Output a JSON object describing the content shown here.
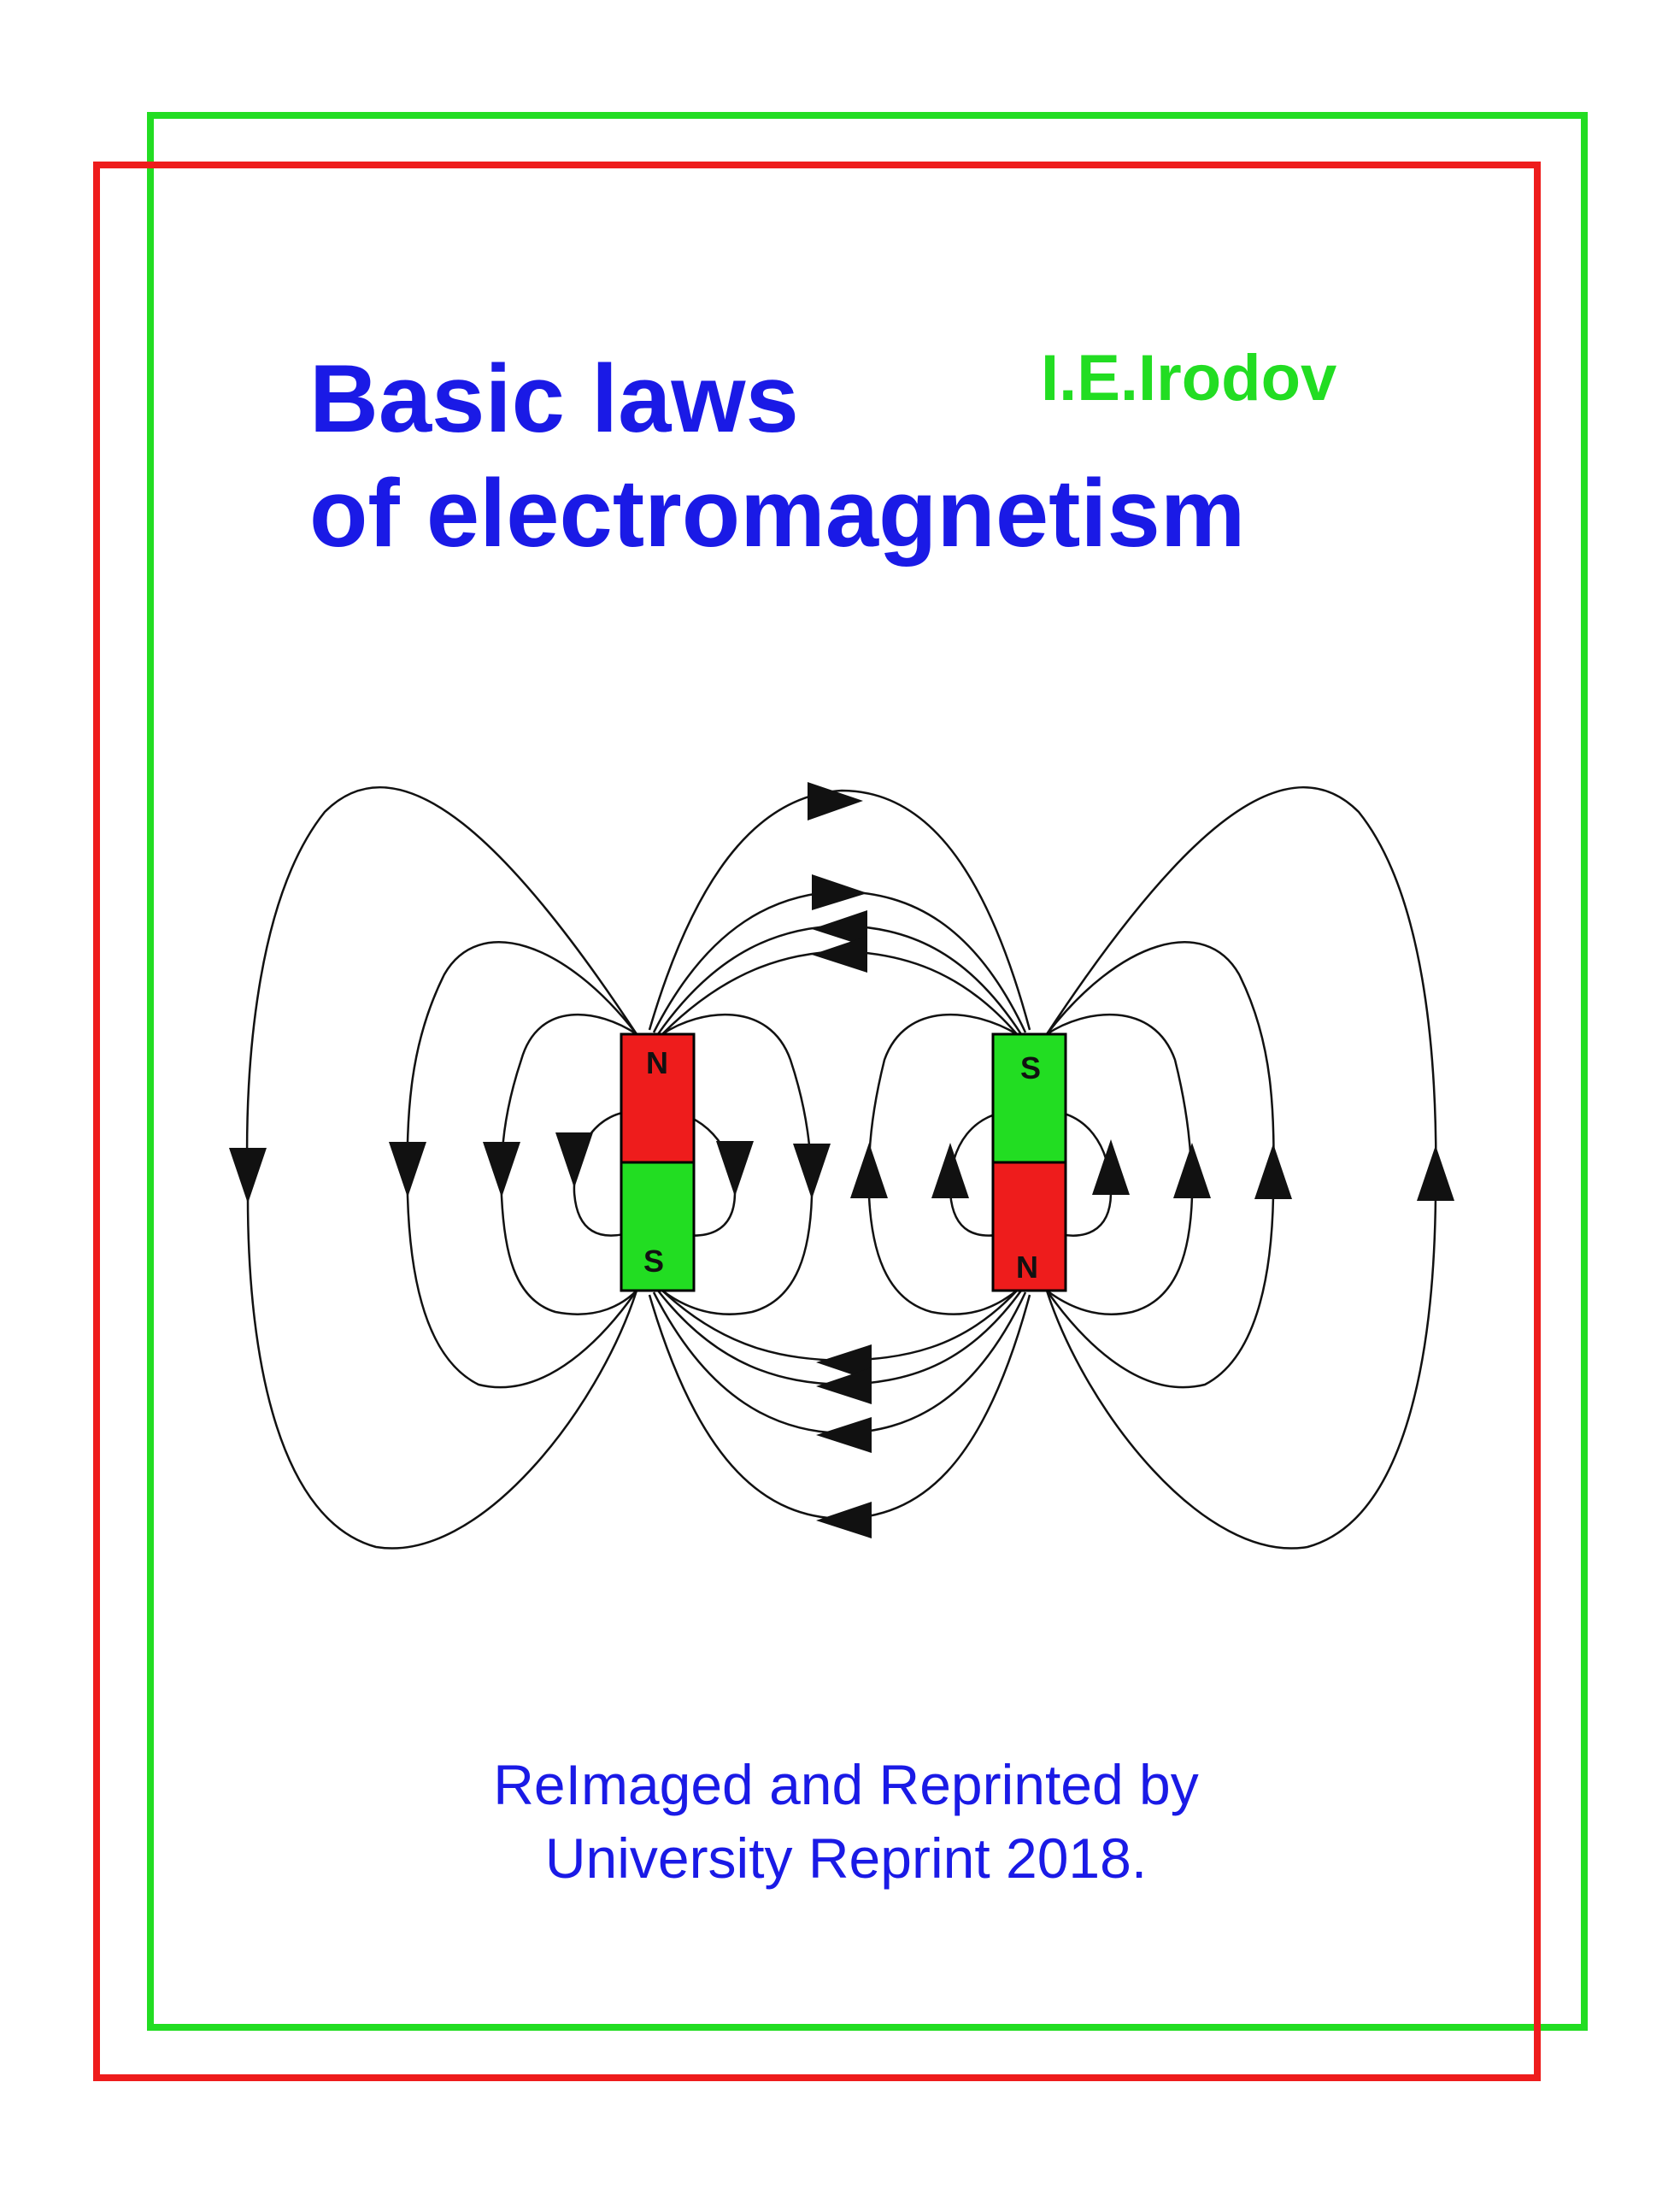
{
  "cover": {
    "title_line1": "Basic laws",
    "title_line2": "of electromagnetism",
    "author": "I.E.Irodov",
    "credit_line1": "ReImaged and Reprinted by",
    "credit_line2": "University Reprint 2018."
  },
  "magnets": {
    "left": {
      "top_pole": "N",
      "bottom_pole": "S"
    },
    "right": {
      "top_pole": "S",
      "bottom_pole": "N"
    }
  },
  "colors": {
    "title": "#1a1ae6",
    "author": "#22dd22",
    "frame_green": "#22dd22",
    "frame_red": "#ee1c1c",
    "pole_red": "#ee1c1c",
    "pole_green": "#22dd22",
    "field_lines": "#111111"
  }
}
